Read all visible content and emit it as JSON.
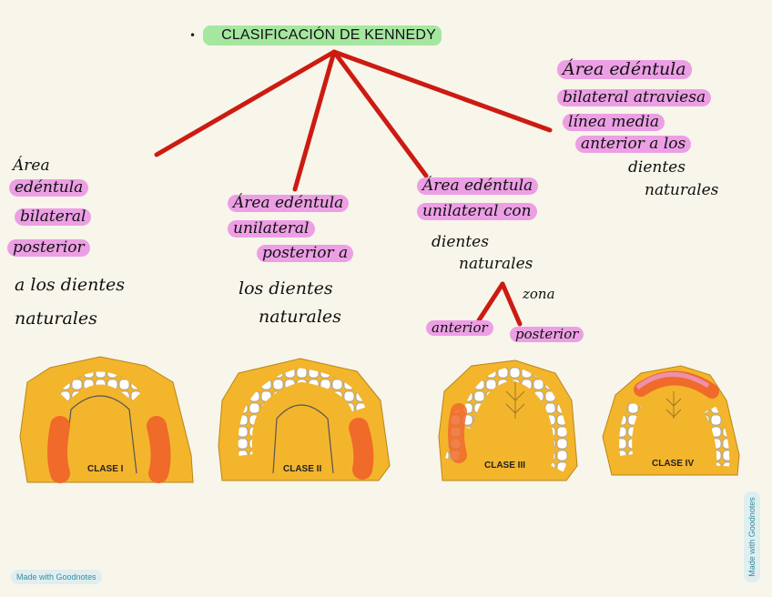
{
  "title": "CLASIFICACIÓN DE KENNEDY",
  "bullet": "•",
  "branches": {
    "b1": [
      "Área",
      "edéntula",
      "bilateral",
      "posterior",
      "a los dientes",
      "naturales"
    ],
    "b2": [
      "Área edéntula",
      "unilateral",
      "posterior a",
      "los dientes",
      "naturales"
    ],
    "b3": [
      "Área edéntula",
      "unilateral con",
      "dientes",
      "naturales",
      "zona",
      "anterior",
      "posterior"
    ],
    "b4": [
      "Área edéntula",
      "bilateral atraviesa",
      "línea media",
      "anterior a los",
      "dientes",
      "naturales"
    ]
  },
  "diagrams": [
    "CLASE I",
    "CLASE II",
    "CLASE III",
    "CLASE IV"
  ],
  "watermark": "Made with Goodnotes",
  "colors": {
    "line": "#cc1b12",
    "highlight": "#ec9fe4",
    "title_bg": "#a6e7a0",
    "palate": "#f3b52c",
    "edentulous": "#f06a2a"
  }
}
